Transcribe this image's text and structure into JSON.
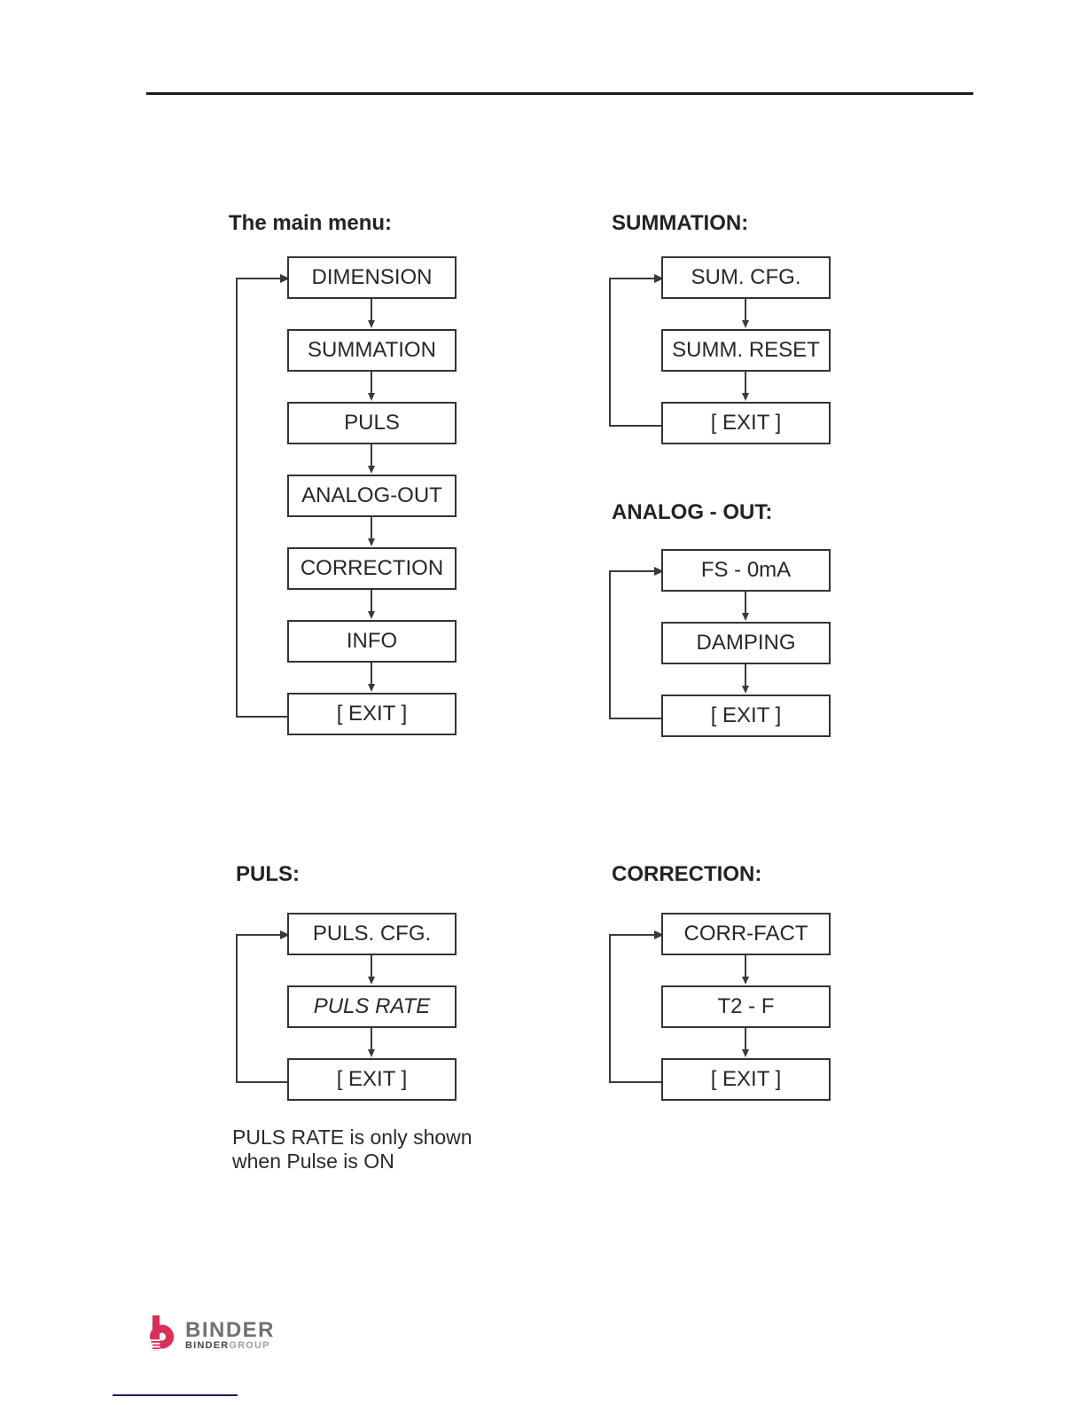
{
  "diagrams": {
    "main_menu": {
      "title": "The main menu:",
      "items": [
        "DIMENSION",
        "SUMMATION",
        "PULS",
        "ANALOG-OUT",
        "CORRECTION",
        "INFO",
        "[ EXIT ]"
      ]
    },
    "summation": {
      "title": "SUMMATION:",
      "items": [
        "SUM. CFG.",
        "SUMM. RESET",
        "[ EXIT ]"
      ]
    },
    "analog_out": {
      "title": "ANALOG - OUT:",
      "items": [
        "FS - 0mA",
        "DAMPING",
        "[ EXIT ]"
      ]
    },
    "puls": {
      "title": "PULS:",
      "items": [
        "PULS. CFG.",
        "PULS RATE",
        "[ EXIT ]"
      ],
      "note_line1": "PULS RATE is only shown",
      "note_line2": "when Pulse is ON"
    },
    "correction": {
      "title": "CORRECTION:",
      "items": [
        "CORR-FACT",
        "T2 - F",
        "[ EXIT ]"
      ]
    }
  },
  "footer": {
    "logo": {
      "brand": "BINDER",
      "group_bold": "BINDER",
      "group_light": "GROUP",
      "mark_color": "#dc2e56",
      "brand_color": "#6e7175"
    },
    "rule_color": "#1b1b70"
  }
}
